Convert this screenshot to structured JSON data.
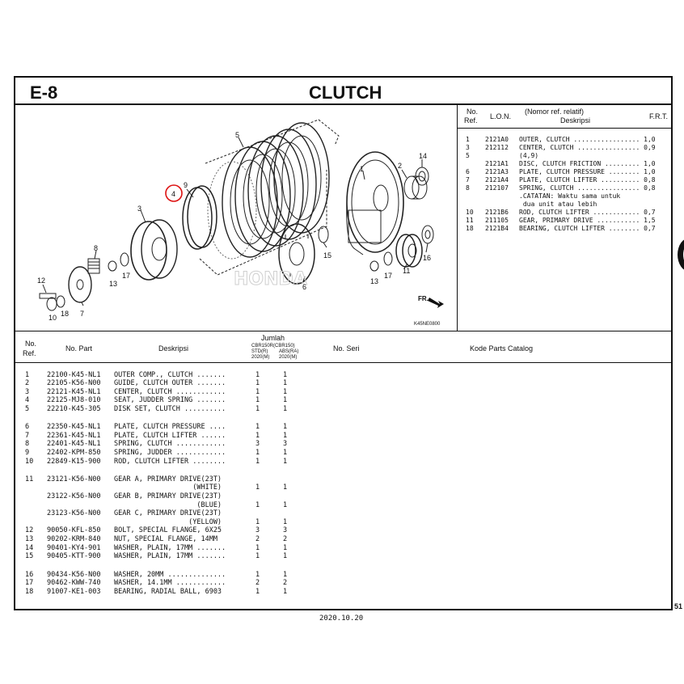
{
  "header": {
    "section": "E-8",
    "title": "CLUTCH"
  },
  "diagram": {
    "callouts": [
      "5",
      "1",
      "2",
      "14",
      "9",
      "4",
      "3",
      "8",
      "15",
      "16",
      "12",
      "17",
      "13",
      "6",
      "11",
      "10",
      "18",
      "7"
    ],
    "fr_label": "FR.",
    "watermark": "HONDA",
    "figure_code": "K45NE0800",
    "highlight_ref": "4"
  },
  "lon_table": {
    "headers": {
      "no": "No.",
      "ref": "Ref.",
      "lon": "L.O.N.",
      "desc_top": "(Nomor ref. relatif)",
      "desc": "Deskripsi",
      "frt": "F.R.T."
    },
    "rows": [
      {
        "ref": "1",
        "code": "2121A0",
        "text": "OUTER, CLUTCH ................. 1,0"
      },
      {
        "ref": "3",
        "code": "212112",
        "text": "CENTER, CLUTCH ................ 0,9"
      },
      {
        "ref": "5",
        "code": "",
        "text": "(4,9)"
      },
      {
        "ref": "",
        "code": "2121A1",
        "text": "DISC, CLUTCH FRICTION ......... 1,0"
      },
      {
        "ref": "6",
        "code": "2121A3",
        "text": "PLATE, CLUTCH PRESSURE ........ 1,0"
      },
      {
        "ref": "7",
        "code": "2121A4",
        "text": "PLATE, CLUTCH LIFTER .......... 0,8"
      },
      {
        "ref": "8",
        "code": "212107",
        "text": "SPRING, CLUTCH ................ 0,8"
      },
      {
        "ref": "",
        "code": "",
        "text": ".CATATAN: Waktu sama untuk"
      },
      {
        "ref": "",
        "code": "",
        "text": " dua unit atau lebih"
      },
      {
        "ref": "10",
        "code": "2121B6",
        "text": "ROD, CLUTCH LIFTER ............ 0,7"
      },
      {
        "ref": "11",
        "code": "211105",
        "text": "GEAR, PRIMARY DRIVE ........... 1,5"
      },
      {
        "ref": "18",
        "code": "2121B4",
        "text": "BEARING, CLUTCH LIFTER ........ 0,7"
      }
    ]
  },
  "parts_table": {
    "headers": {
      "no": "No.",
      "ref": "Ref.",
      "no_part": "No. Part",
      "deskripsi": "Deskripsi",
      "jumlah": "Jumlah",
      "cbr150r": "CBR150R",
      "cbr150": "(CBR150)",
      "std": "STD(R)",
      "abs": "ABS(RA)",
      "year1": "2020(M)",
      "year2": "2020(M)",
      "no_seri": "No. Seri",
      "kode": "Kode Parts Catalog"
    },
    "rows": [
      {
        "ref": "1",
        "part": "22100-K45-NL1",
        "desc": "OUTER COMP., CLUTCH .......",
        "std": "1",
        "abs": "1"
      },
      {
        "ref": "2",
        "part": "22105-K56-N00",
        "desc": "GUIDE, CLUTCH OUTER .......",
        "std": "1",
        "abs": "1"
      },
      {
        "ref": "3",
        "part": "22121-K45-NL1",
        "desc": "CENTER, CLUTCH ............",
        "std": "1",
        "abs": "1"
      },
      {
        "ref": "4",
        "part": "22125-MJ8-010",
        "desc": "SEAT, JUDDER SPRING .......",
        "std": "1",
        "abs": "1"
      },
      {
        "ref": "5",
        "part": "22210-K45-305",
        "desc": "DISK SET, CLUTCH ..........",
        "std": "1",
        "abs": "1"
      },
      {
        "ref": "6",
        "part": "22350-K45-NL1",
        "desc": "PLATE, CLUTCH PRESSURE ....",
        "std": "1",
        "abs": "1"
      },
      {
        "ref": "7",
        "part": "22361-K45-NL1",
        "desc": "PLATE, CLUTCH LIFTER ......",
        "std": "1",
        "abs": "1"
      },
      {
        "ref": "8",
        "part": "22401-K45-NL1",
        "desc": "SPRING, CLUTCH ............",
        "std": "3",
        "abs": "3"
      },
      {
        "ref": "9",
        "part": "22402-KPM-850",
        "desc": "SPRING, JUDDER ............",
        "std": "1",
        "abs": "1"
      },
      {
        "ref": "10",
        "part": "22849-K15-900",
        "desc": "ROD, CLUTCH LIFTER ........",
        "std": "1",
        "abs": "1"
      },
      {
        "ref": "11",
        "part": "23121-K56-N00",
        "desc": "GEAR A, PRIMARY DRIVE(23T)",
        "std": "",
        "abs": ""
      },
      {
        "ref": "",
        "part": "",
        "desc": "                   (WHITE)",
        "std": "1",
        "abs": "1"
      },
      {
        "ref": "",
        "part": "23122-K56-N00",
        "desc": "GEAR B, PRIMARY DRIVE(23T)",
        "std": "",
        "abs": ""
      },
      {
        "ref": "",
        "part": "",
        "desc": "                    (BLUE)",
        "std": "1",
        "abs": "1"
      },
      {
        "ref": "",
        "part": "23123-K56-N00",
        "desc": "GEAR C, PRIMARY DRIVE(23T)",
        "std": "",
        "abs": ""
      },
      {
        "ref": "",
        "part": "",
        "desc": "                  (YELLOW)",
        "std": "1",
        "abs": "1"
      },
      {
        "ref": "12",
        "part": "90050-KFL-850",
        "desc": "BOLT, SPECIAL FLANGE, 6X25",
        "std": "3",
        "abs": "3"
      },
      {
        "ref": "13",
        "part": "90202-KRM-840",
        "desc": "NUT, SPECIAL FLANGE, 14MM",
        "std": "2",
        "abs": "2"
      },
      {
        "ref": "14",
        "part": "90401-KY4-901",
        "desc": "WASHER, PLAIN, 17MM .......",
        "std": "1",
        "abs": "1"
      },
      {
        "ref": "15",
        "part": "90405-KTT-900",
        "desc": "WASHER, PLAIN, 17MM .......",
        "std": "1",
        "abs": "1"
      },
      {
        "ref": "16",
        "part": "90434-K56-N00",
        "desc": "WASHER, 20MM ..............",
        "std": "1",
        "abs": "1"
      },
      {
        "ref": "17",
        "part": "90462-KWW-740",
        "desc": "WASHER, 14.1MM ............",
        "std": "2",
        "abs": "2"
      },
      {
        "ref": "18",
        "part": "91007-KE1-003",
        "desc": "BEARING, RADIAL BALL, 6903",
        "std": "1",
        "abs": "1"
      }
    ]
  },
  "footer": {
    "date": "2020.10.20",
    "page": "51"
  }
}
